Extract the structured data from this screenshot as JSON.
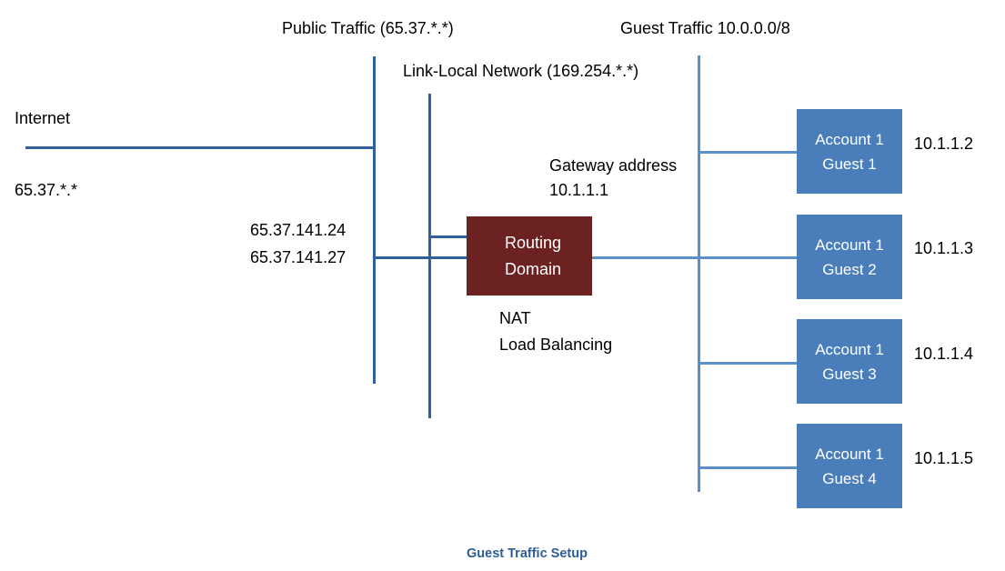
{
  "diagram": {
    "caption": "Guest Traffic Setup",
    "colors": {
      "line_dark": "#31619B",
      "line_light": "#5B8FC9",
      "guest_box": "#4A7EBB",
      "routing_box": "#6B2220",
      "caption_text": "#2E5C9A",
      "text": "#000000",
      "background": "#ffffff"
    },
    "headers": {
      "public_traffic": "Public Traffic (65.37.*.*)",
      "link_local": "Link-Local Network (169.254.*.*)",
      "guest_traffic": "Guest Traffic 10.0.0.0/8"
    },
    "internet": {
      "name": "Internet",
      "subnet": "65.37.*.*"
    },
    "public_ips": {
      "line1": "65.37.141.24",
      "line2": "65.37.141.27"
    },
    "gateway": {
      "line1": "Gateway address",
      "line2": "10.1.1.1"
    },
    "routing_domain": {
      "line1": "Routing",
      "line2": "Domain"
    },
    "routing_functions": {
      "line1": "NAT",
      "line2": "Load Balancing"
    },
    "guests": [
      {
        "account": "Account 1",
        "guest": "Guest 1",
        "ip": "10.1.1.2"
      },
      {
        "account": "Account 1",
        "guest": "Guest 2",
        "ip": "10.1.1.3"
      },
      {
        "account": "Account 1",
        "guest": "Guest 3",
        "ip": "10.1.1.4"
      },
      {
        "account": "Account 1",
        "guest": "Guest 4",
        "ip": "10.1.1.5"
      }
    ]
  }
}
